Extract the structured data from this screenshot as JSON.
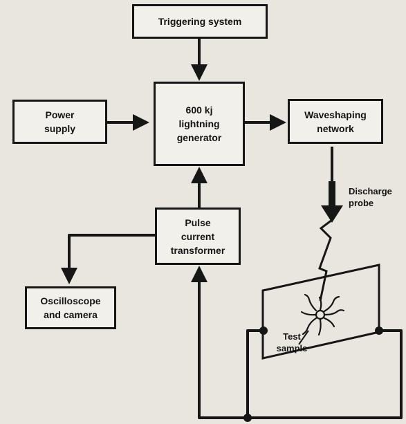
{
  "diagram": {
    "blocks": {
      "trigger": {
        "lines": [
          "Triggering system"
        ]
      },
      "generator": {
        "lines": [
          "600 kj",
          "lightning",
          "generator"
        ]
      },
      "power": {
        "lines": [
          "Power",
          "supply"
        ]
      },
      "waveshaping": {
        "lines": [
          "Waveshaping",
          "network"
        ]
      },
      "transformer": {
        "lines": [
          "Pulse",
          "current",
          "transformer"
        ]
      },
      "oscilloscope": {
        "lines": [
          "Oscilloscope",
          "and camera"
        ]
      }
    },
    "labels": {
      "discharge_probe": [
        "Discharge",
        "probe"
      ],
      "test_sample": [
        "Test",
        "sample"
      ]
    },
    "colors": {
      "line": "#161616",
      "background": "#e9e6e0"
    }
  }
}
